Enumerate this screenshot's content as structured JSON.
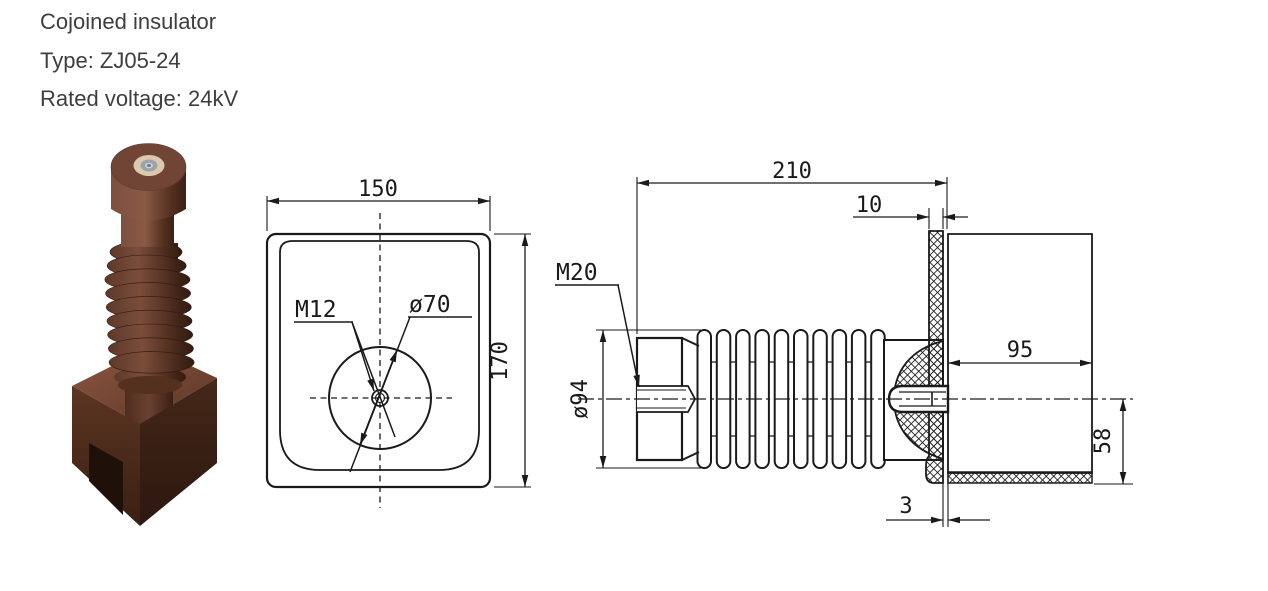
{
  "header": {
    "title": "Cojoined insulator",
    "type_line": "Type: ZJ05-24",
    "voltage_line": "Rated voltage: 24kV"
  },
  "front_view": {
    "width_dim": "150",
    "height_dim": "170",
    "thread_label": "M12",
    "bore_label": "ø70"
  },
  "side_view": {
    "length_dim": "210",
    "plate_thickness_dim": "10",
    "thread_label": "M20",
    "diameter_label": "ø94",
    "box_depth_dim": "95",
    "height_dim": "58",
    "gap_dim": "3"
  },
  "colors": {
    "drawing_line": "#1a1a1a",
    "header_text": "#3e3e3e",
    "product_brown": "#6b4434",
    "product_brown_dark": "#3a2014",
    "insert_cream": "#dccab0",
    "insert_metal": "#9aa4a8"
  }
}
